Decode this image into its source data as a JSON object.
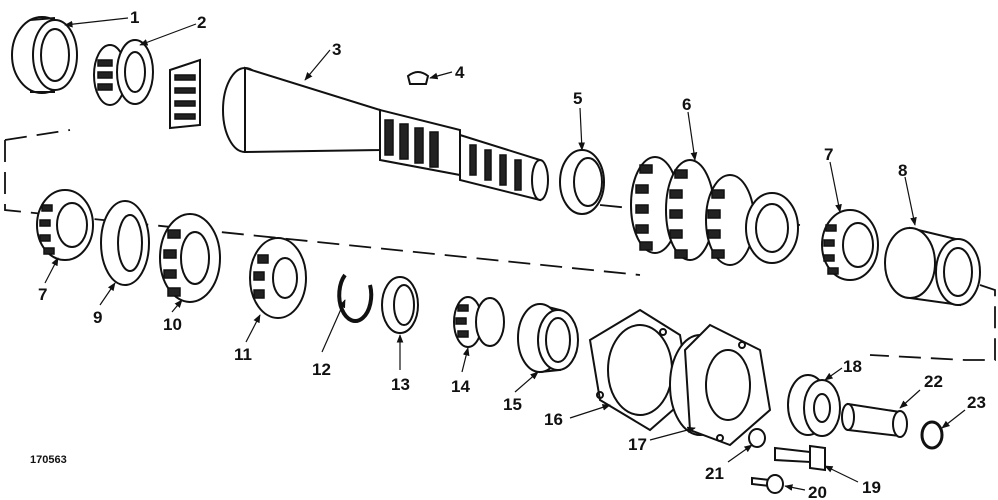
{
  "figure_id": "170563",
  "callouts": [
    "1",
    "2",
    "3",
    "4",
    "5",
    "6",
    "7",
    "7",
    "8",
    "9",
    "10",
    "11",
    "12",
    "13",
    "14",
    "15",
    "16",
    "17",
    "18",
    "19",
    "20",
    "21",
    "22",
    "23"
  ]
}
